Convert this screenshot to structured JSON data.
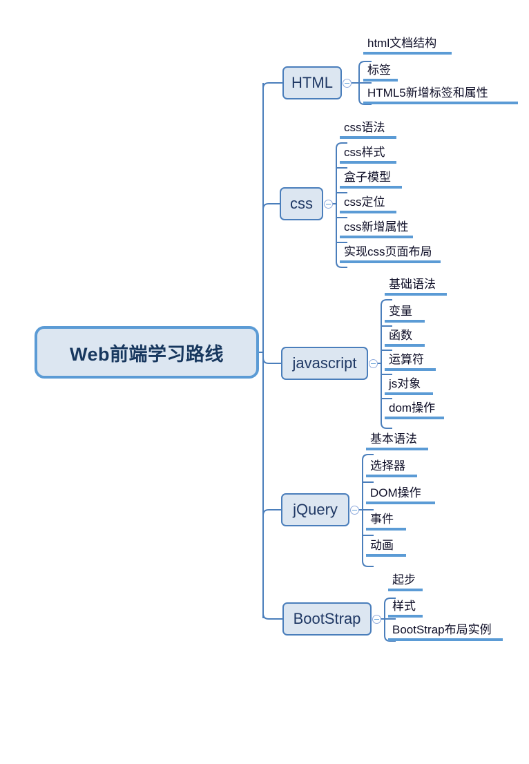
{
  "map": {
    "title": "Web前端学习路线",
    "colors": {
      "node_fill": "#dce6f1",
      "node_border": "#4a7ebb",
      "root_border": "#5b9bd5",
      "root_text": "#17375e",
      "branch_text": "#1f3864",
      "leaf_text": "#0d0d26",
      "rule": "#5b9bd5",
      "wire": "#4a7ebb",
      "background": "#ffffff"
    },
    "root": {
      "label": "Web前端学习路线"
    },
    "toggle_icon": "collapse-minus-icon",
    "branches": [
      {
        "label": "HTML",
        "children": [
          {
            "label": "html文档结构"
          },
          {
            "label": "标签"
          },
          {
            "label": "HTML5新增标签和属性"
          }
        ]
      },
      {
        "label": "css",
        "children": [
          {
            "label": "css语法"
          },
          {
            "label": "css样式"
          },
          {
            "label": "盒子模型"
          },
          {
            "label": "css定位"
          },
          {
            "label": "css新增属性"
          },
          {
            "label": "实现css页面布局"
          }
        ]
      },
      {
        "label": "javascript",
        "children": [
          {
            "label": "基础语法"
          },
          {
            "label": "变量"
          },
          {
            "label": "函数"
          },
          {
            "label": "运算符"
          },
          {
            "label": "js对象"
          },
          {
            "label": "dom操作"
          }
        ]
      },
      {
        "label": "jQuery",
        "children": [
          {
            "label": "基本语法"
          },
          {
            "label": "选择器"
          },
          {
            "label": "DOM操作"
          },
          {
            "label": "事件"
          },
          {
            "label": "动画"
          }
        ]
      },
      {
        "label": "BootStrap",
        "children": [
          {
            "label": "起步"
          },
          {
            "label": "样式"
          },
          {
            "label": "BootStrap布局实例"
          }
        ]
      }
    ]
  }
}
